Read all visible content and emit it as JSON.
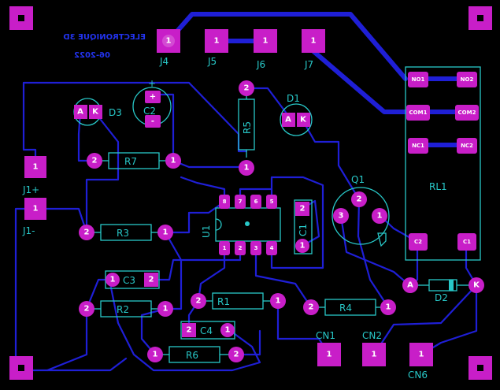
{
  "board": {
    "mirrored_title": "ELECTRONIQUE 3D",
    "mirrored_date": "06-2022"
  },
  "labels": {
    "j4": "J4",
    "j5": "J5",
    "j6": "J6",
    "j7": "J7",
    "j1plus": "J1+",
    "j1minus": "J1-",
    "d1": "D1",
    "d2": "D2",
    "d3": "D3",
    "c1": "C1",
    "c2": "C2",
    "c3": "C3",
    "c4": "C4",
    "r1": "R1",
    "r2": "R2",
    "r3": "R3",
    "r4": "R4",
    "r5": "R5",
    "r6": "R6",
    "r7": "R7",
    "q1": "Q1",
    "u1": "U1",
    "rl1": "RL1",
    "cn1": "CN1",
    "cn2": "CN2",
    "cn6": "CN6",
    "no1": "NO1",
    "no2": "NO2",
    "com1": "COM1",
    "com2": "COM2",
    "nc1": "NC1",
    "nc2": "NC2",
    "c1_relay": "C1",
    "c2_relay": "C2",
    "plus": "+"
  },
  "pins": {
    "one": "1",
    "two": "2",
    "three": "3",
    "four": "4",
    "five": "5",
    "six": "6",
    "seven": "7",
    "eight": "8",
    "a": "A",
    "k": "K",
    "plus": "+",
    "minus": "-"
  }
}
